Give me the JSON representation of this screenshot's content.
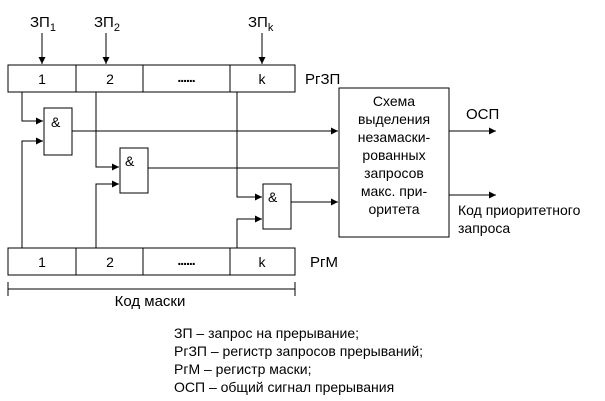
{
  "inputs": [
    {
      "base": "ЗП",
      "sub": "1"
    },
    {
      "base": "ЗП",
      "sub": "2"
    },
    {
      "base": "ЗП",
      "sub": "k"
    }
  ],
  "request_register": {
    "name": "РгЗП",
    "cells": [
      "1",
      "2",
      "......",
      "k"
    ]
  },
  "mask_register": {
    "name": "РгМ",
    "cells": [
      "1",
      "2",
      "......",
      "k"
    ]
  },
  "and_gate_label": "&",
  "selection_block": {
    "lines": [
      "Схема",
      "выделения",
      "незамаски-",
      "рованных",
      "запросов",
      "макс. при-",
      "оритета"
    ]
  },
  "outputs": {
    "interrupt_signal": "ОСП",
    "priority_code_lines": [
      "Код приоритетного",
      "запроса"
    ]
  },
  "mask_code_label": "Код маски",
  "legend": [
    "ЗП – запрос на прерывание;",
    "РгЗП – регистр запросов прерываний;",
    "РгМ – регистр маски;",
    "ОСП – общий сигнал прерывания"
  ]
}
